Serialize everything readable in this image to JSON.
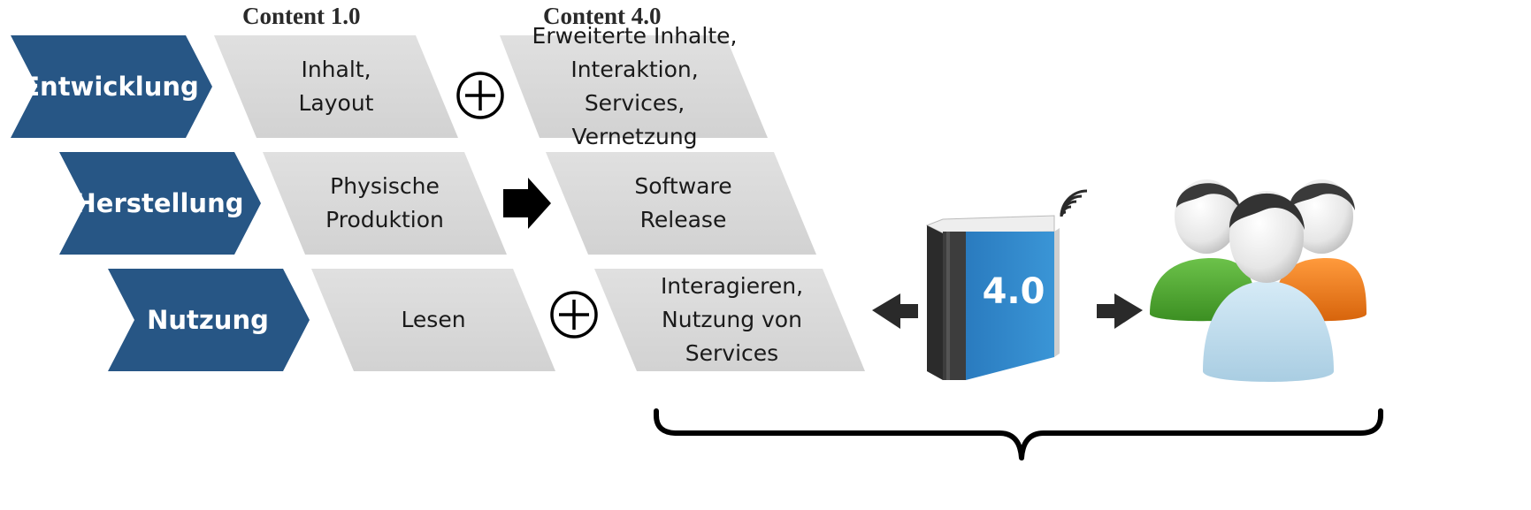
{
  "headers": {
    "content_1": "Content 1.0",
    "content_4": "Content 4.0"
  },
  "rows": [
    {
      "phase": "Entwicklung",
      "content_1": "Inhalt,\nLayout",
      "connector": "plus",
      "content_4": "Erweiterte Inhalte,\nInteraktion, Services,\nVernetzung"
    },
    {
      "phase": "Herstellung",
      "content_1": "Physische\nProduktion",
      "connector": "arrow",
      "content_4": "Software\nRelease"
    },
    {
      "phase": "Nutzung",
      "content_1": "Lesen",
      "connector": "plus",
      "content_4": "Interagieren,\nNutzung von\nServices"
    }
  ],
  "book": {
    "label": "4.0"
  },
  "colors": {
    "chevron": "#275685",
    "parallelogram": "#d9d9d9",
    "book_blue": "#2f86c8",
    "user_green": "#4caf2f",
    "user_orange": "#f07d1a",
    "user_lightblue": "#b8d8ea"
  }
}
